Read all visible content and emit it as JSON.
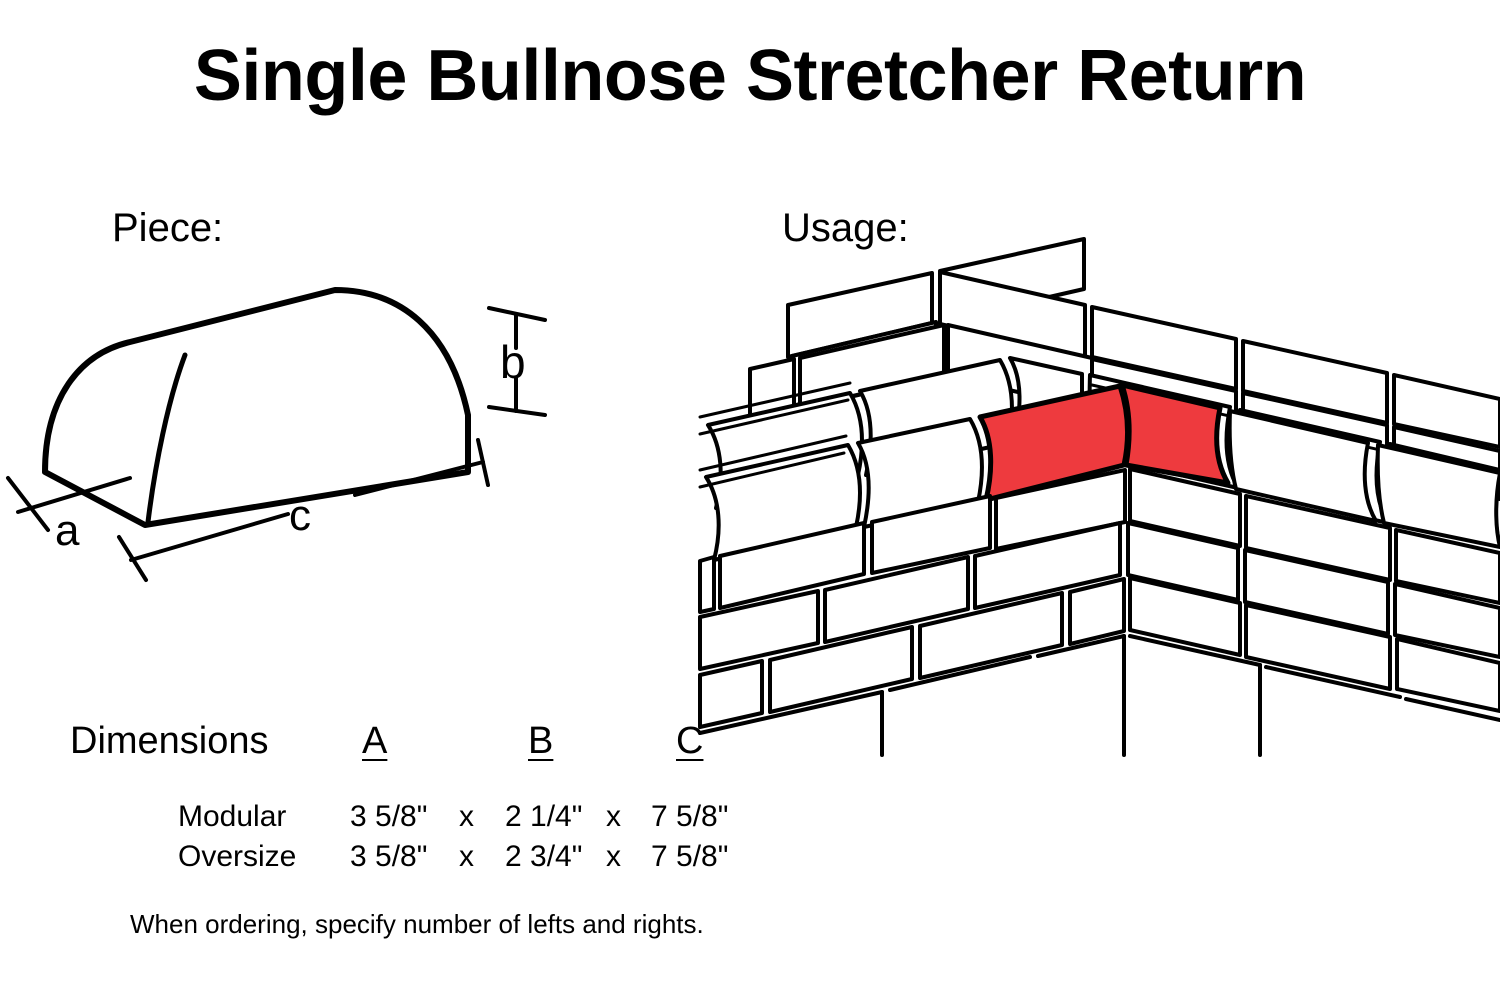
{
  "page": {
    "title": "Single Bullnose Stretcher Return",
    "background_color": "#FFFFFF",
    "line_color": "#000000",
    "highlight_color": "#EE3A3E"
  },
  "sections": {
    "piece": {
      "label": "Piece:",
      "dimension_marks": [
        {
          "key": "a",
          "label": "a",
          "meaning": "depth-of-piece"
        },
        {
          "key": "b",
          "label": "b",
          "meaning": "height-of-piece"
        },
        {
          "key": "c",
          "label": "c",
          "meaning": "length-of-piece"
        }
      ]
    },
    "usage": {
      "label": "Usage:",
      "highlighted_piece_color": "#EE3A3E"
    }
  },
  "dimensions": {
    "heading": "Dimensions",
    "columns": [
      "A",
      "B",
      "C"
    ],
    "separator": "x",
    "rows": [
      {
        "name": "Modular",
        "a": "3 5/8\"",
        "b": "2 1/4\"",
        "c": "7 5/8\""
      },
      {
        "name": "Oversize",
        "a": "3 5/8\"",
        "b": "2 3/4\"",
        "c": "7 5/8\""
      }
    ],
    "footnote": "When ordering, specify number of lefts and rights."
  }
}
